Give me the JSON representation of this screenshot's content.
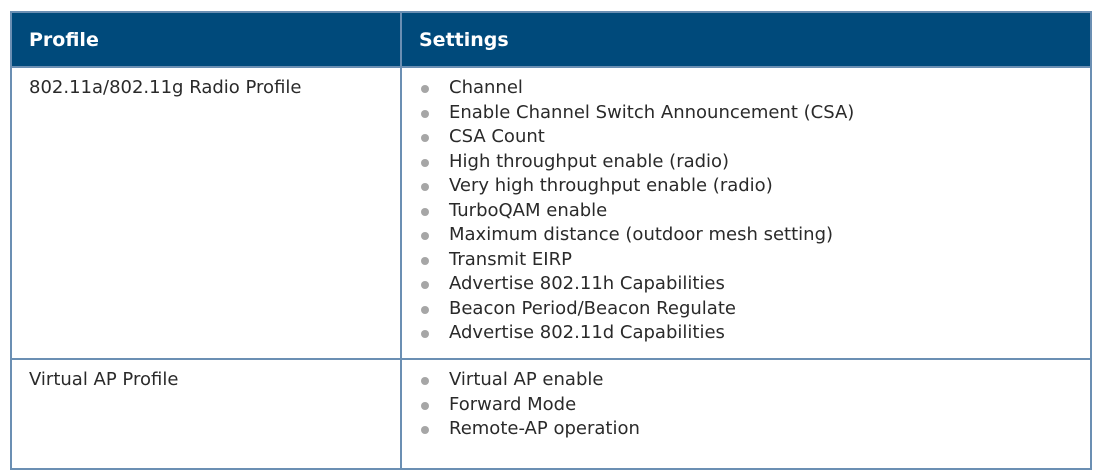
{
  "table": {
    "headers": {
      "profile": "Profile",
      "settings": "Settings"
    },
    "rows": [
      {
        "profile": "802.11a/802.11g Radio Profile",
        "settings": [
          "Channel",
          "Enable Channel Switch Announcement (CSA)",
          "CSA Count",
          "High throughput enable (radio)",
          "Very high throughput enable (radio)",
          "TurboQAM enable",
          "Maximum distance (outdoor mesh setting)",
          "Transmit EIRP",
          "Advertise 802.11h Capabilities",
          "Beacon Period/Beacon Regulate",
          "Advertise 802.11d Capabilities"
        ]
      },
      {
        "profile": "Virtual AP Profile",
        "settings": [
          "Virtual AP enable",
          "Forward Mode",
          "Remote-AP operation"
        ]
      }
    ]
  },
  "colors": {
    "header_bg": "#004a7b",
    "header_text": "#ffffff",
    "border": "#6b8fb3",
    "bullet": "#a6a6a6"
  }
}
